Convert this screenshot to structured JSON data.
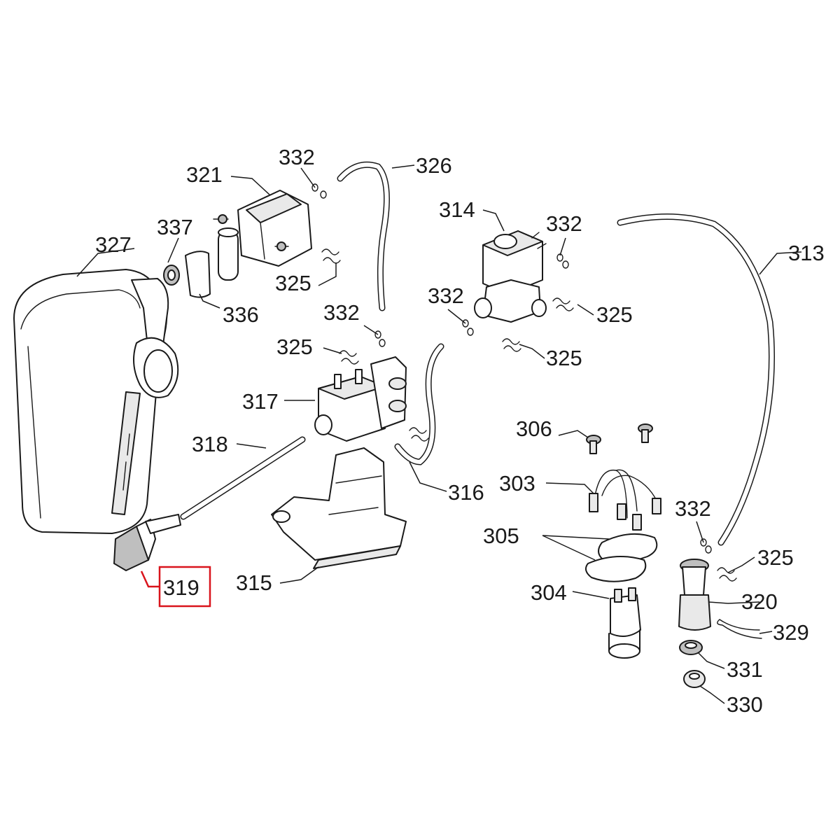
{
  "highlight_color": "#d9141c",
  "highlighted_part": "319",
  "labels": {
    "p313": "313",
    "p314": "314",
    "p315": "315",
    "p316": "316",
    "p317": "317",
    "p318": "318",
    "p319": "319",
    "p320": "320",
    "p321": "321",
    "p303": "303",
    "p304": "304",
    "p305": "305",
    "p306": "306",
    "p325a": "325",
    "p325b": "325",
    "p325c": "325",
    "p325d": "325",
    "p325e": "325",
    "p326": "326",
    "p327": "327",
    "p329": "329",
    "p330": "330",
    "p331": "331",
    "p332a": "332",
    "p332b": "332",
    "p332c": "332",
    "p332d": "332",
    "p332e": "332",
    "p336": "336",
    "p337": "337"
  }
}
